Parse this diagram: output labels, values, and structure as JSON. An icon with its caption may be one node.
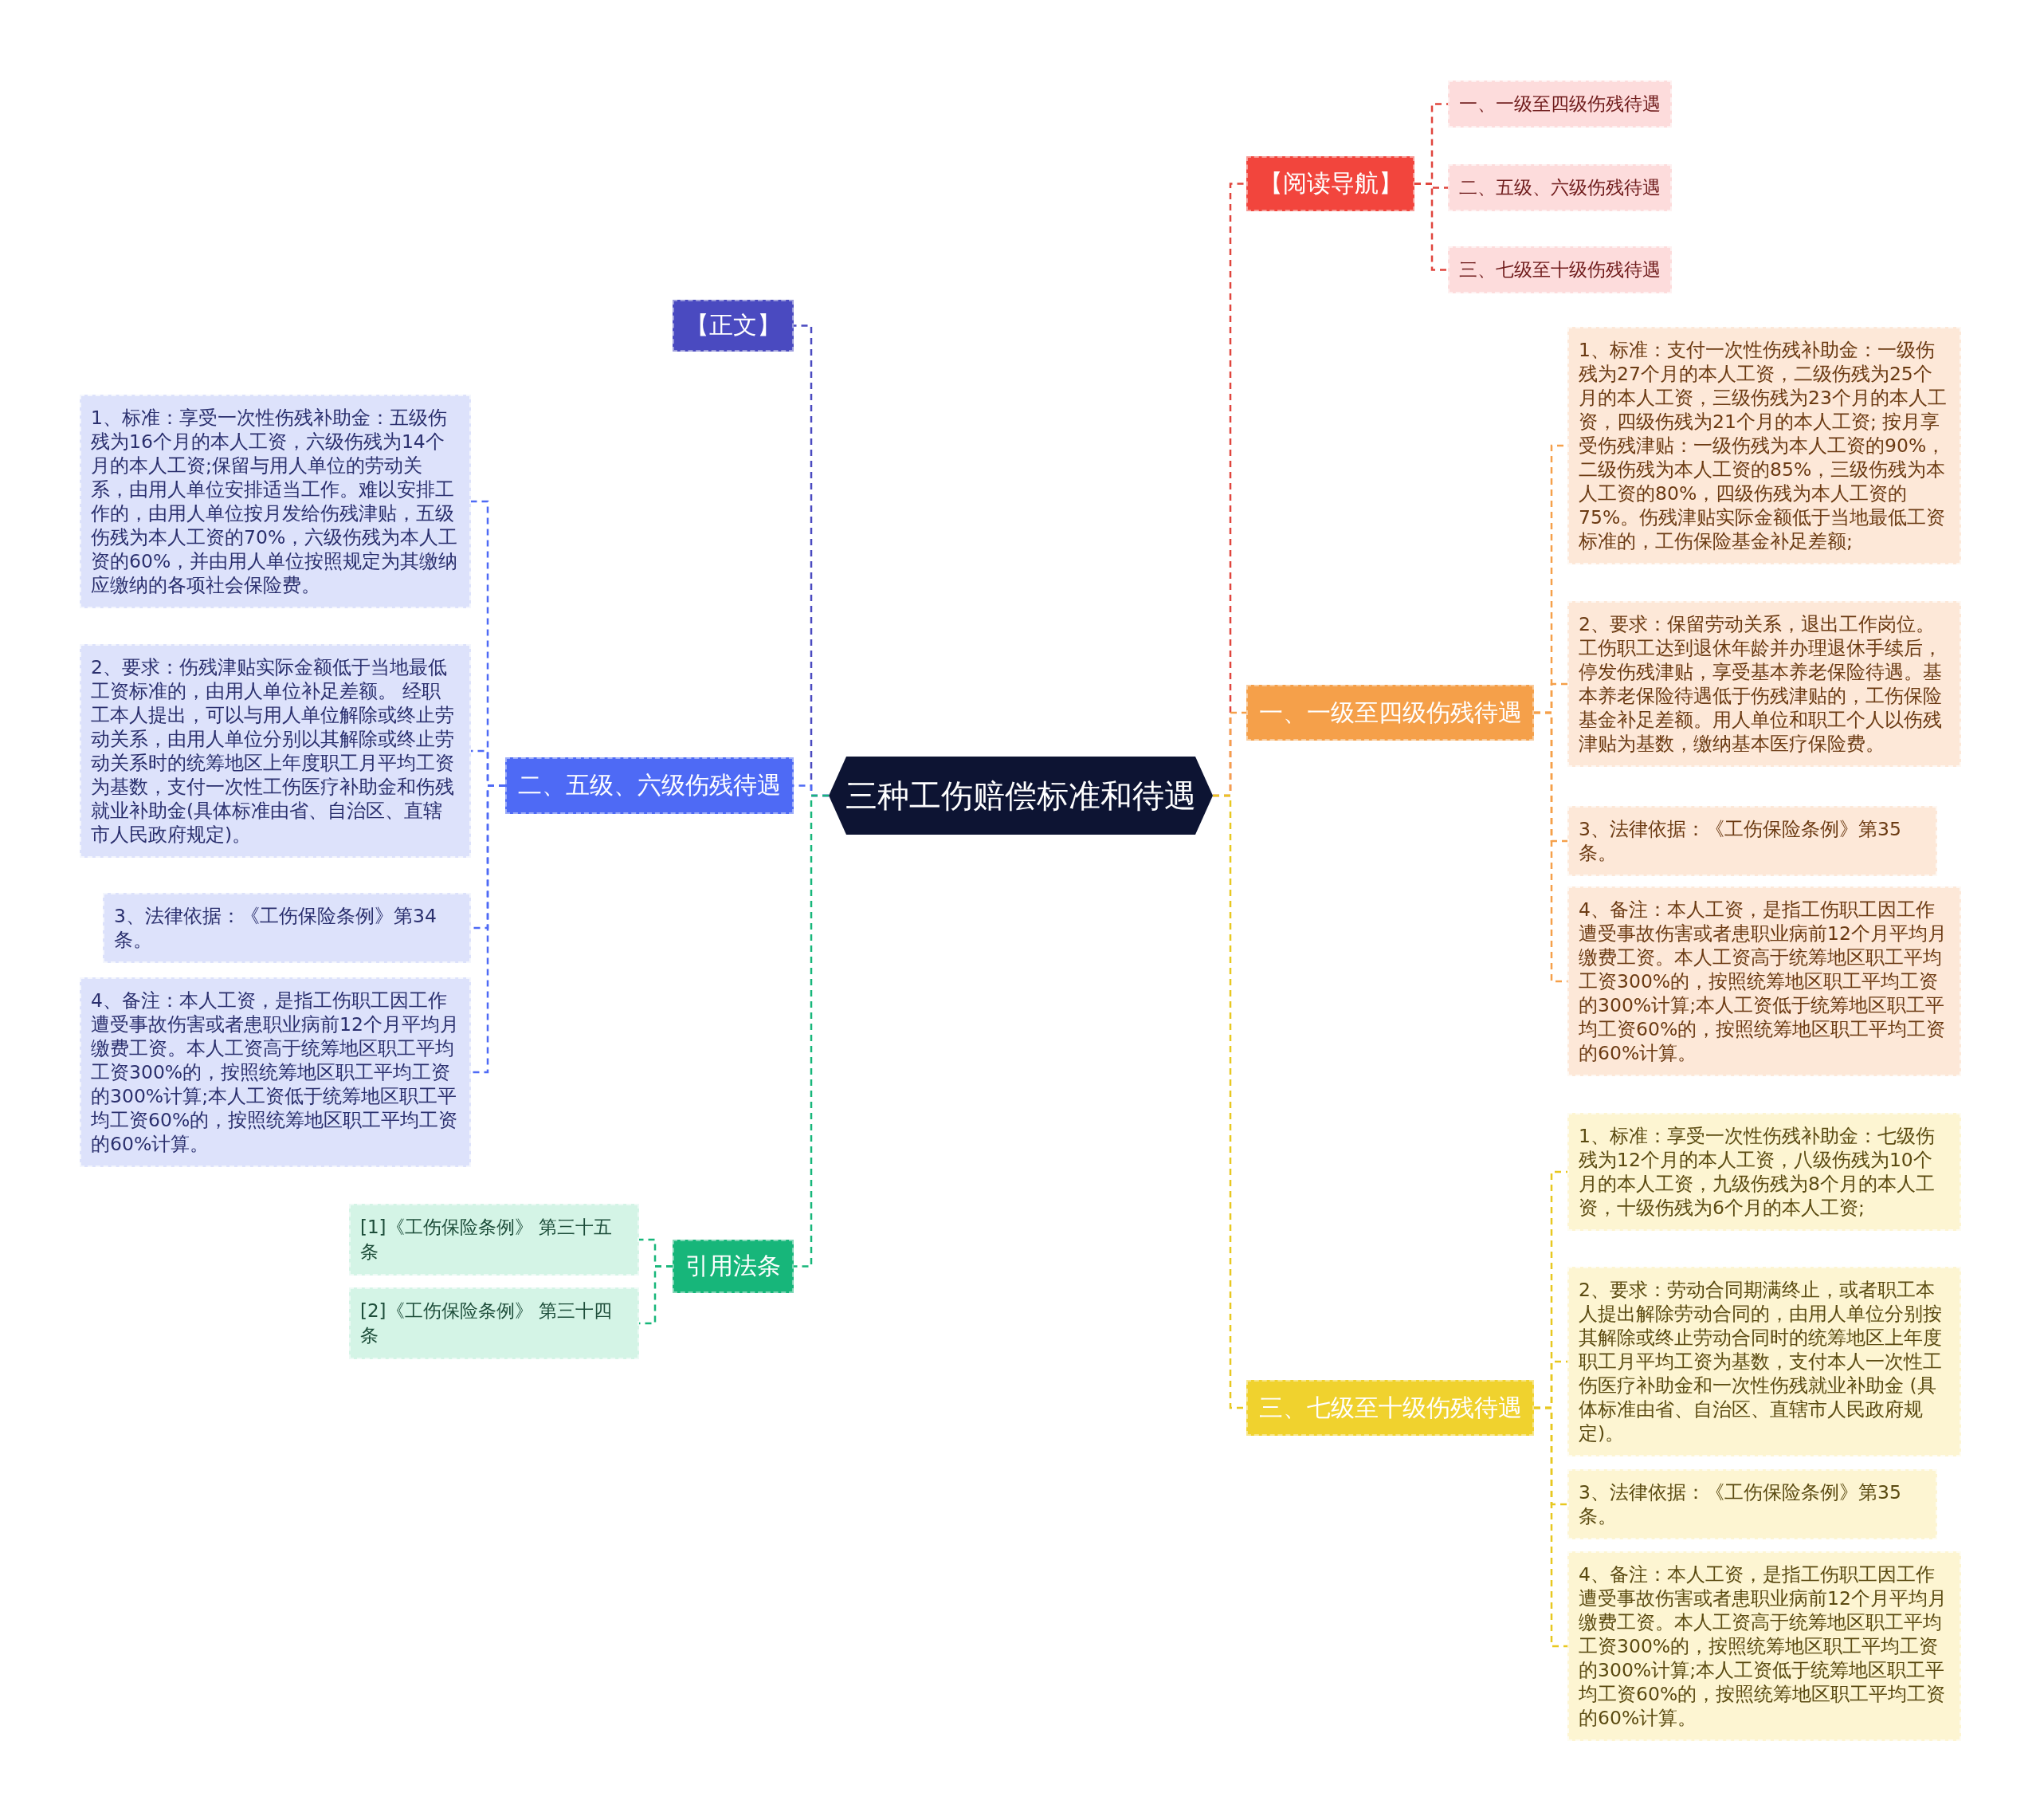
{
  "diagram": {
    "nodes": [
      {
        "text": [
          "三种工伤赔偿标准和待遇"
        ]
      },
      {
        "text": [
          "【正文】"
        ]
      },
      {
        "text": [
          "二、五级、六级伤残待遇"
        ]
      },
      {
        "text": [
          "1、标准：享受一次性伤残补助金：五级伤残为16个月的本人工资，六级伤残为14个月的本人工资;保留与用人单位的劳动关系，由用人单位安排适当工作。难以安排工作的，由用人单位按月发给伤残津贴，五级伤残为本人工资的70%，六级伤残为本人工资的60%，并由用人单位按照规定为其缴纳应缴纳的各项社会保险费。"
        ]
      },
      {
        "text": [
          "2、要求：伤残津贴实际金额低于当地最低工资标准的，由用人单位补足差额。 经职工本人提出，可以与用人单位解除或终止劳动关系，由用人单位分别以其解除或终止劳动关系时的统筹地区上年度职工月平均工资为基数，支付一次性工伤医疗补助金和伤残就业补助金(具体标准由省、自治区、直辖市人民政府规定)。"
        ]
      },
      {
        "text": [
          "3、法律依据：《工伤保险条例》第34条。"
        ]
      },
      {
        "text": [
          "4、备注：本人工资，是指工伤职工因工作遭受事故伤害或者患职业病前12个月平均月缴费工资。本人工资高于统筹地区职工平均工资300%的，按照统筹地区职工平均工资的300%计算;本人工资低于统筹地区职工平均工资60%的，按照统筹地区职工平均工资的60%计算。"
        ]
      },
      {
        "text": [
          "引用法条"
        ]
      },
      {
        "text": [
          "[1]《工伤保险条例》 第三十五条"
        ]
      },
      {
        "text": [
          "[2]《工伤保险条例》 第三十四条"
        ]
      },
      {
        "text": [
          "【阅读导航】"
        ]
      },
      {
        "text": [
          "一、一级至四级伤残待遇"
        ]
      },
      {
        "text": [
          "二、五级、六级伤残待遇"
        ]
      },
      {
        "text": [
          "三、七级至十级伤残待遇"
        ]
      },
      {
        "text": [
          "一、一级至四级伤残待遇"
        ]
      },
      {
        "text": [
          "1、标准：支付一次性伤残补助金：一级伤残为27个月的本人工资，二级伤残为25个月的本人工资，三级伤残为23个月的本人工资，四级伤残为21个月的本人工资; 按月享受伤残津贴：一级伤残为本人工资的90%，二级伤残为本人工资的85%，三级伤残为本人工资的80%，四级伤残为本人工资的75%。伤残津贴实际金额低于当地最低工资标准的，工伤保险基金补足差额;"
        ]
      },
      {
        "text": [
          "2、要求：保留劳动关系，退出工作岗位。工伤职工达到退休年龄并办理退休手续后，停发伤残津贴，享受基本养老保险待遇。基本养老保险待遇低于伤残津贴的，工伤保险基金补足差额。用人单位和职工个人以伤残津贴为基数，缴纳基本医疗保险费。"
        ]
      },
      {
        "text": [
          "3、法律依据：《工伤保险条例》第35条。"
        ]
      },
      {
        "text": [
          "4、备注：本人工资，是指工伤职工因工作遭受事故伤害或者患职业病前12个月平均月缴费工资。本人工资高于统筹地区职工平均工资300%的，按照统筹地区职工平均工资的300%计算;本人工资低于统筹地区职工平均工资60%的，按照统筹地区职工平均工资的60%计算。"
        ]
      },
      {
        "text": [
          "三、七级至十级伤残待遇"
        ]
      },
      {
        "text": [
          "1、标准：享受一次性伤残补助金：七级伤残为12个月的本人工资，八级伤残为10个月的本人工资，九级伤残为8个月的本人工资，十级伤残为6个月的本人工资;"
        ]
      },
      {
        "text": [
          "2、要求：劳动合同期满终止，或者职工本人提出解除劳动合同的，由用人单位分别按其解除或终止劳动合同时的统筹地区上年度职工月平均工资为基数，支付本人一次性工伤医疗补助金和一次性伤残就业补助金 (具体标准由省、自治区、直辖市人民政府规定)。"
        ]
      },
      {
        "text": [
          "3、法律依据：《工伤保险条例》第35条。"
        ]
      },
      {
        "text": [
          "4、备注：本人工资，是指工伤职工因工作遭受事故伤害或者患职业病前12个月平均月缴费工资。本人工资高于统筹地区职工平均工资300%的，按照统筹地区职工平均工资的300%计算;本人工资低于统筹地区职工平均工资60%的，按照统筹地区职工平均工资的60%计算。"
        ]
      }
    ],
    "edges": [
      {
        "from": 0,
        "to": 1,
        "arrow": "none",
        "style": "dashed",
        "color": "#4a4ac0"
      },
      {
        "from": 0,
        "to": 2,
        "arrow": "none",
        "style": "dashed",
        "color": "#4e6af5"
      },
      {
        "from": 2,
        "to": 3,
        "arrow": "none",
        "style": "dashed",
        "color": "#4e6af5"
      },
      {
        "from": 2,
        "to": 4,
        "arrow": "none",
        "style": "dashed",
        "color": "#4e6af5"
      },
      {
        "from": 2,
        "to": 5,
        "arrow": "none",
        "style": "dashed",
        "color": "#4e6af5"
      },
      {
        "from": 2,
        "to": 6,
        "arrow": "none",
        "style": "dashed",
        "color": "#4e6af5"
      },
      {
        "from": 0,
        "to": 7,
        "arrow": "none",
        "style": "dashed",
        "color": "#17b67a"
      },
      {
        "from": 7,
        "to": 8,
        "arrow": "none",
        "style": "dashed",
        "color": "#17b67a"
      },
      {
        "from": 7,
        "to": 9,
        "arrow": "none",
        "style": "dashed",
        "color": "#17b67a"
      },
      {
        "from": 0,
        "to": 10,
        "arrow": "none",
        "style": "dashed",
        "color": "#e0453d"
      },
      {
        "from": 10,
        "to": 11,
        "arrow": "none",
        "style": "dashed",
        "color": "#e0453d"
      },
      {
        "from": 10,
        "to": 12,
        "arrow": "none",
        "style": "dashed",
        "color": "#e0453d"
      },
      {
        "from": 10,
        "to": 13,
        "arrow": "none",
        "style": "dashed",
        "color": "#e0453d"
      },
      {
        "from": 0,
        "to": 14,
        "arrow": "none",
        "style": "dashed",
        "color": "#f5a04a"
      },
      {
        "from": 14,
        "to": 15,
        "arrow": "none",
        "style": "dashed",
        "color": "#f5a04a"
      },
      {
        "from": 14,
        "to": 16,
        "arrow": "none",
        "style": "dashed",
        "color": "#f5a04a"
      },
      {
        "from": 14,
        "to": 17,
        "arrow": "none",
        "style": "dashed",
        "color": "#f5a04a"
      },
      {
        "from": 14,
        "to": 18,
        "arrow": "none",
        "style": "dashed",
        "color": "#f5a04a"
      },
      {
        "from": 0,
        "to": 19,
        "arrow": "none",
        "style": "dashed",
        "color": "#e8c820"
      },
      {
        "from": 19,
        "to": 20,
        "arrow": "none",
        "style": "dashed",
        "color": "#e8c820"
      },
      {
        "from": 19,
        "to": 21,
        "arrow": "none",
        "style": "dashed",
        "color": "#e8c820"
      },
      {
        "from": 19,
        "to": 22,
        "arrow": "none",
        "style": "dashed",
        "color": "#e8c820"
      },
      {
        "from": 19,
        "to": 23,
        "arrow": "none",
        "style": "dashed",
        "color": "#e8c820"
      }
    ]
  }
}
